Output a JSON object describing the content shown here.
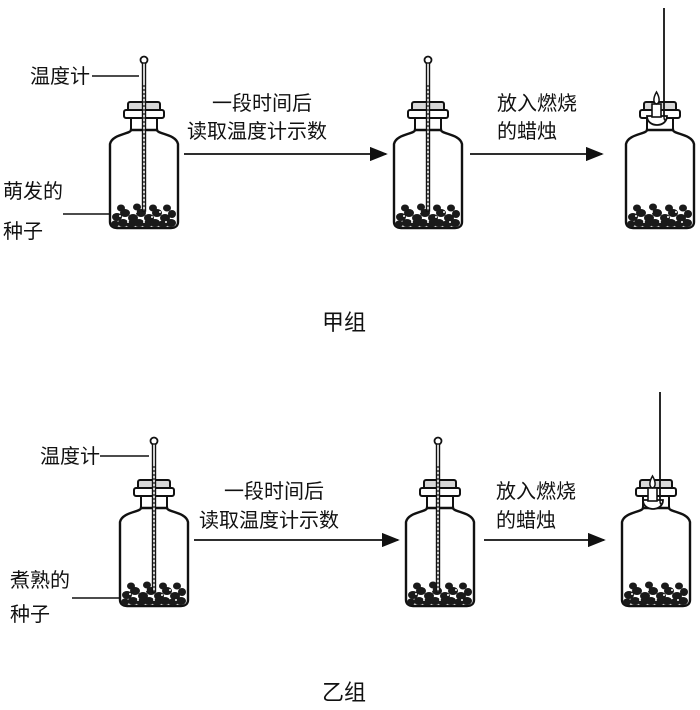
{
  "groups": [
    {
      "caption": "甲组",
      "thermometer_label": "温度计",
      "seed_label_line1": "萌发的",
      "seed_label_line2": "种子",
      "step1_line1": "一段时间后",
      "step1_line2": "读取温度计示数",
      "step2_line1": "放入燃烧",
      "step2_line2": "的蜡烛"
    },
    {
      "caption": "乙组",
      "thermometer_label": "温度计",
      "seed_label_line1": "煮熟的",
      "seed_label_line2": "种子",
      "step1_line1": "一段时间后",
      "step1_line2": "读取温度计示数",
      "step2_line1": "放入燃烧",
      "step2_line2": "的蜡烛"
    }
  ]
}
